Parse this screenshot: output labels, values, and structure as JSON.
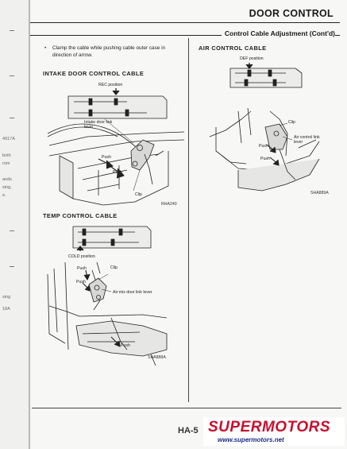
{
  "header": {
    "title": "DOOR CONTROL",
    "section": "Control Cable Adjustment (Cont'd)"
  },
  "instruction": {
    "bullet": "•",
    "text": "Clamp the cable while pushing cable outer case in direction of arrow."
  },
  "intake": {
    "heading": "INTAKE DOOR CONTROL CABLE",
    "labels": {
      "position": "REC position",
      "lever": "Intake door link lever",
      "push1": "Push",
      "push2": "Push",
      "clip": "Clip"
    },
    "figure_id": "RHA240"
  },
  "temp": {
    "heading": "TEMP CONTROL CABLE",
    "labels": {
      "position": "COLD position",
      "push1": "Push",
      "clip": "Clip",
      "push2": "Push",
      "lever": "Air mix door link lever",
      "push3": "Push"
    },
    "figure_id": "SHA888A"
  },
  "air": {
    "heading": "AIR CONTROL CABLE",
    "labels": {
      "position": "DEF position",
      "clip": "Clip",
      "lever": "Air control link lever",
      "push1": "Push",
      "push2": "Push"
    },
    "figure_id": "SHA889A"
  },
  "prev_page_fragments": [
    "4917A",
    "both",
    "rom",
    "ands",
    "sing,",
    "e.",
    "sing",
    "18A"
  ],
  "page_number": "HA-5",
  "watermark": {
    "brand": "SUPERMOTORS",
    "url": "www.supermotors.net",
    "brand_color": "#c8102e",
    "url_color": "#1a2a88"
  }
}
